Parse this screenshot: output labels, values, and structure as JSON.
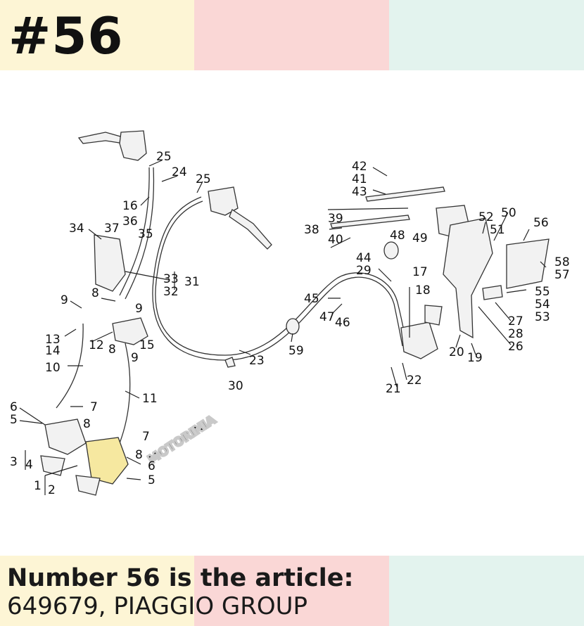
{
  "badge": "#56",
  "caption": {
    "line1": "Number 56 is the article:",
    "line2": "649679, PIAGGIO GROUP"
  },
  "watermark": "MOTORINIA",
  "colors": {
    "band_yellow": "#fdf5d5",
    "band_pink": "#fad7d6",
    "band_mint": "#e3f3ee"
  },
  "callouts": [
    {
      "id": "c25a",
      "text": "25"
    },
    {
      "id": "c24",
      "text": "24"
    },
    {
      "id": "c25b",
      "text": "25"
    },
    {
      "id": "c16",
      "text": "16"
    },
    {
      "id": "c34",
      "text": "34"
    },
    {
      "id": "c37",
      "text": "37"
    },
    {
      "id": "c36",
      "text": "36"
    },
    {
      "id": "c35",
      "text": "35"
    },
    {
      "id": "c33",
      "text": "33"
    },
    {
      "id": "c31",
      "text": "31"
    },
    {
      "id": "c32",
      "text": "32"
    },
    {
      "id": "c8a",
      "text": "8"
    },
    {
      "id": "c9a",
      "text": "9"
    },
    {
      "id": "c9b",
      "text": "9"
    },
    {
      "id": "c13",
      "text": "13"
    },
    {
      "id": "c14",
      "text": "14"
    },
    {
      "id": "c12",
      "text": "12"
    },
    {
      "id": "c8b",
      "text": "8"
    },
    {
      "id": "c15",
      "text": "15"
    },
    {
      "id": "c9c",
      "text": "9"
    },
    {
      "id": "c10",
      "text": "10"
    },
    {
      "id": "c11",
      "text": "11"
    },
    {
      "id": "c6a",
      "text": "6"
    },
    {
      "id": "c5a",
      "text": "5"
    },
    {
      "id": "c7a",
      "text": "7"
    },
    {
      "id": "c8c",
      "text": "8"
    },
    {
      "id": "c7b",
      "text": "7"
    },
    {
      "id": "c8d",
      "text": "8"
    },
    {
      "id": "c3",
      "text": "3"
    },
    {
      "id": "c4",
      "text": "4"
    },
    {
      "id": "c6b",
      "text": "6"
    },
    {
      "id": "c5b",
      "text": "5"
    },
    {
      "id": "c1",
      "text": "1"
    },
    {
      "id": "c2",
      "text": "2"
    },
    {
      "id": "c23",
      "text": "23"
    },
    {
      "id": "c30",
      "text": "30"
    },
    {
      "id": "c59",
      "text": "59"
    },
    {
      "id": "c42",
      "text": "42"
    },
    {
      "id": "c41",
      "text": "41"
    },
    {
      "id": "c43",
      "text": "43"
    },
    {
      "id": "c39",
      "text": "39"
    },
    {
      "id": "c38",
      "text": "38"
    },
    {
      "id": "c40",
      "text": "40"
    },
    {
      "id": "c48",
      "text": "48"
    },
    {
      "id": "c49",
      "text": "49"
    },
    {
      "id": "c44",
      "text": "44"
    },
    {
      "id": "c29",
      "text": "29"
    },
    {
      "id": "c45",
      "text": "45"
    },
    {
      "id": "c47",
      "text": "47"
    },
    {
      "id": "c46",
      "text": "46"
    },
    {
      "id": "c17",
      "text": "17"
    },
    {
      "id": "c18",
      "text": "18"
    },
    {
      "id": "c52",
      "text": "52"
    },
    {
      "id": "c50",
      "text": "50"
    },
    {
      "id": "c51",
      "text": "51"
    },
    {
      "id": "c56",
      "text": "56"
    },
    {
      "id": "c58",
      "text": "58"
    },
    {
      "id": "c57",
      "text": "57"
    },
    {
      "id": "c55",
      "text": "55"
    },
    {
      "id": "c54",
      "text": "54"
    },
    {
      "id": "c53",
      "text": "53"
    },
    {
      "id": "c27",
      "text": "27"
    },
    {
      "id": "c28",
      "text": "28"
    },
    {
      "id": "c26",
      "text": "26"
    },
    {
      "id": "c20",
      "text": "20"
    },
    {
      "id": "c19",
      "text": "19"
    },
    {
      "id": "c22",
      "text": "22"
    },
    {
      "id": "c21",
      "text": "21"
    }
  ]
}
